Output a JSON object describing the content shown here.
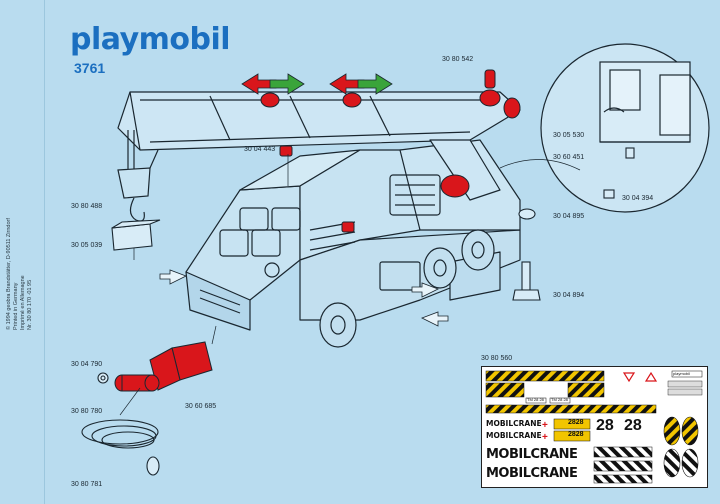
{
  "header": {
    "brand": "playmobil",
    "set_number": "3761"
  },
  "legal": {
    "line1": "© 1994 geobra Brandstätter, D-90511 Zirndorf",
    "line2": "Printed in Germany",
    "line3": "Imprimé en Allemagne",
    "line4": "Nr. 30 80 170 ·01 95"
  },
  "part_numbers": {
    "p_top": "30 80 542",
    "p_beacon": "30 04 443",
    "p_hook": "30 80 488",
    "p_box": "30 05 039",
    "p_530": "30 05 530",
    "p_451": "30 60 451",
    "p_394": "30 04 394",
    "p_895": "30 04 895",
    "p_894": "30 04 894",
    "p_790": "30 04 790",
    "p_780": "30 80 780",
    "p_685": "30 60 685",
    "p_781": "30 80 781",
    "p_560": "30 80 560"
  },
  "sticker_sheet": {
    "brand_small": "playmobil",
    "mobil_crane_a": "MOBILCRANE",
    "mobil_crane_b": "MOBILCRANE",
    "phone_a": "2828",
    "phone_b": "2828",
    "num_a": "28",
    "num_b": "28",
    "big_a": "MOBILCRANE",
    "big_b": "MOBILCRANE",
    "plate_a": "TM 28 28",
    "plate_b": "TM 28 28"
  },
  "colors": {
    "background": "#b9dcef",
    "brand_blue": "#1b6fc0",
    "part_red": "#d9161b",
    "arrow_green": "#3aa43a",
    "hazard_yellow": "#f2c500"
  }
}
